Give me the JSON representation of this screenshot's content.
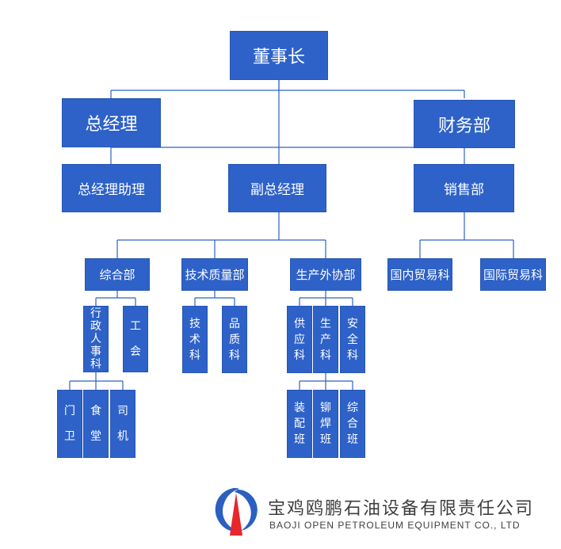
{
  "org": {
    "chairman": "董事长",
    "general_manager": "总经理",
    "finance": "财务部",
    "gm_assistant": "总经理助理",
    "deputy_gm": "副总经理",
    "sales": "销售部",
    "general_dept": "综合部",
    "tech_quality": "技术质量部",
    "production": "生产外协部",
    "domestic_trade": "国内贸易科",
    "intl_trade": "国际贸易科",
    "admin_hr": "行政人事科",
    "union": "工会",
    "tech_section": "技术科",
    "quality_section": "品质科",
    "supply": "供应科",
    "production_section": "生产科",
    "safety": "安全科",
    "guard": "门卫",
    "canteen": "食堂",
    "driver": "司机",
    "assembly": "装配班",
    "riveting": "铆焊班",
    "general_team": "综合班"
  },
  "company": {
    "name_cn": "宝鸡鸥鹏石油设备有限责任公司",
    "name_en": "BAOJI OPEN PETROLEUM EQUIPMENT CO., LTD"
  },
  "colors": {
    "box": "#2e62c8",
    "line": "#2e62c8",
    "logo_blue": "#2b5fc1",
    "logo_red": "#e8262b"
  }
}
